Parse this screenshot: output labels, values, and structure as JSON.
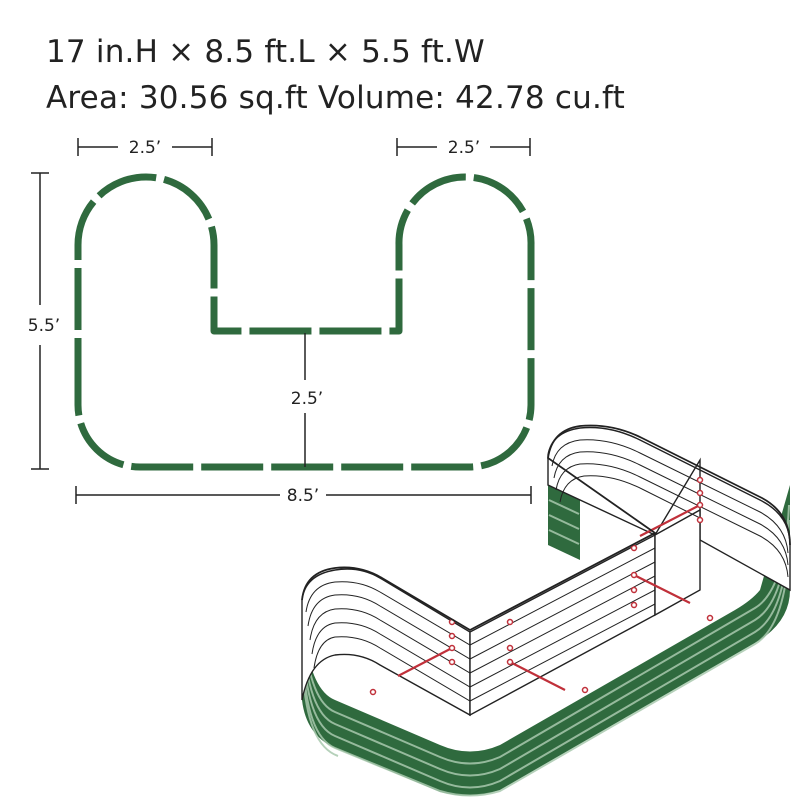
{
  "header": {
    "dimensions_line": "17 in.H × 8.5 ft.L × 5.5 ft.W",
    "area_volume_line": "Area: 30.56 sq.ft Volume: 42.78 cu.ft"
  },
  "diagram": {
    "dim_top_left": "2.5’",
    "dim_top_right": "2.5’",
    "dim_height": "5.5’",
    "dim_inner": "2.5’",
    "dim_length": "8.5’"
  },
  "colors": {
    "bed_green": "#2f6a3e",
    "bed_green_dark": "#24552f",
    "dim_line": "#222222",
    "bolt_red": "#c0303a"
  }
}
